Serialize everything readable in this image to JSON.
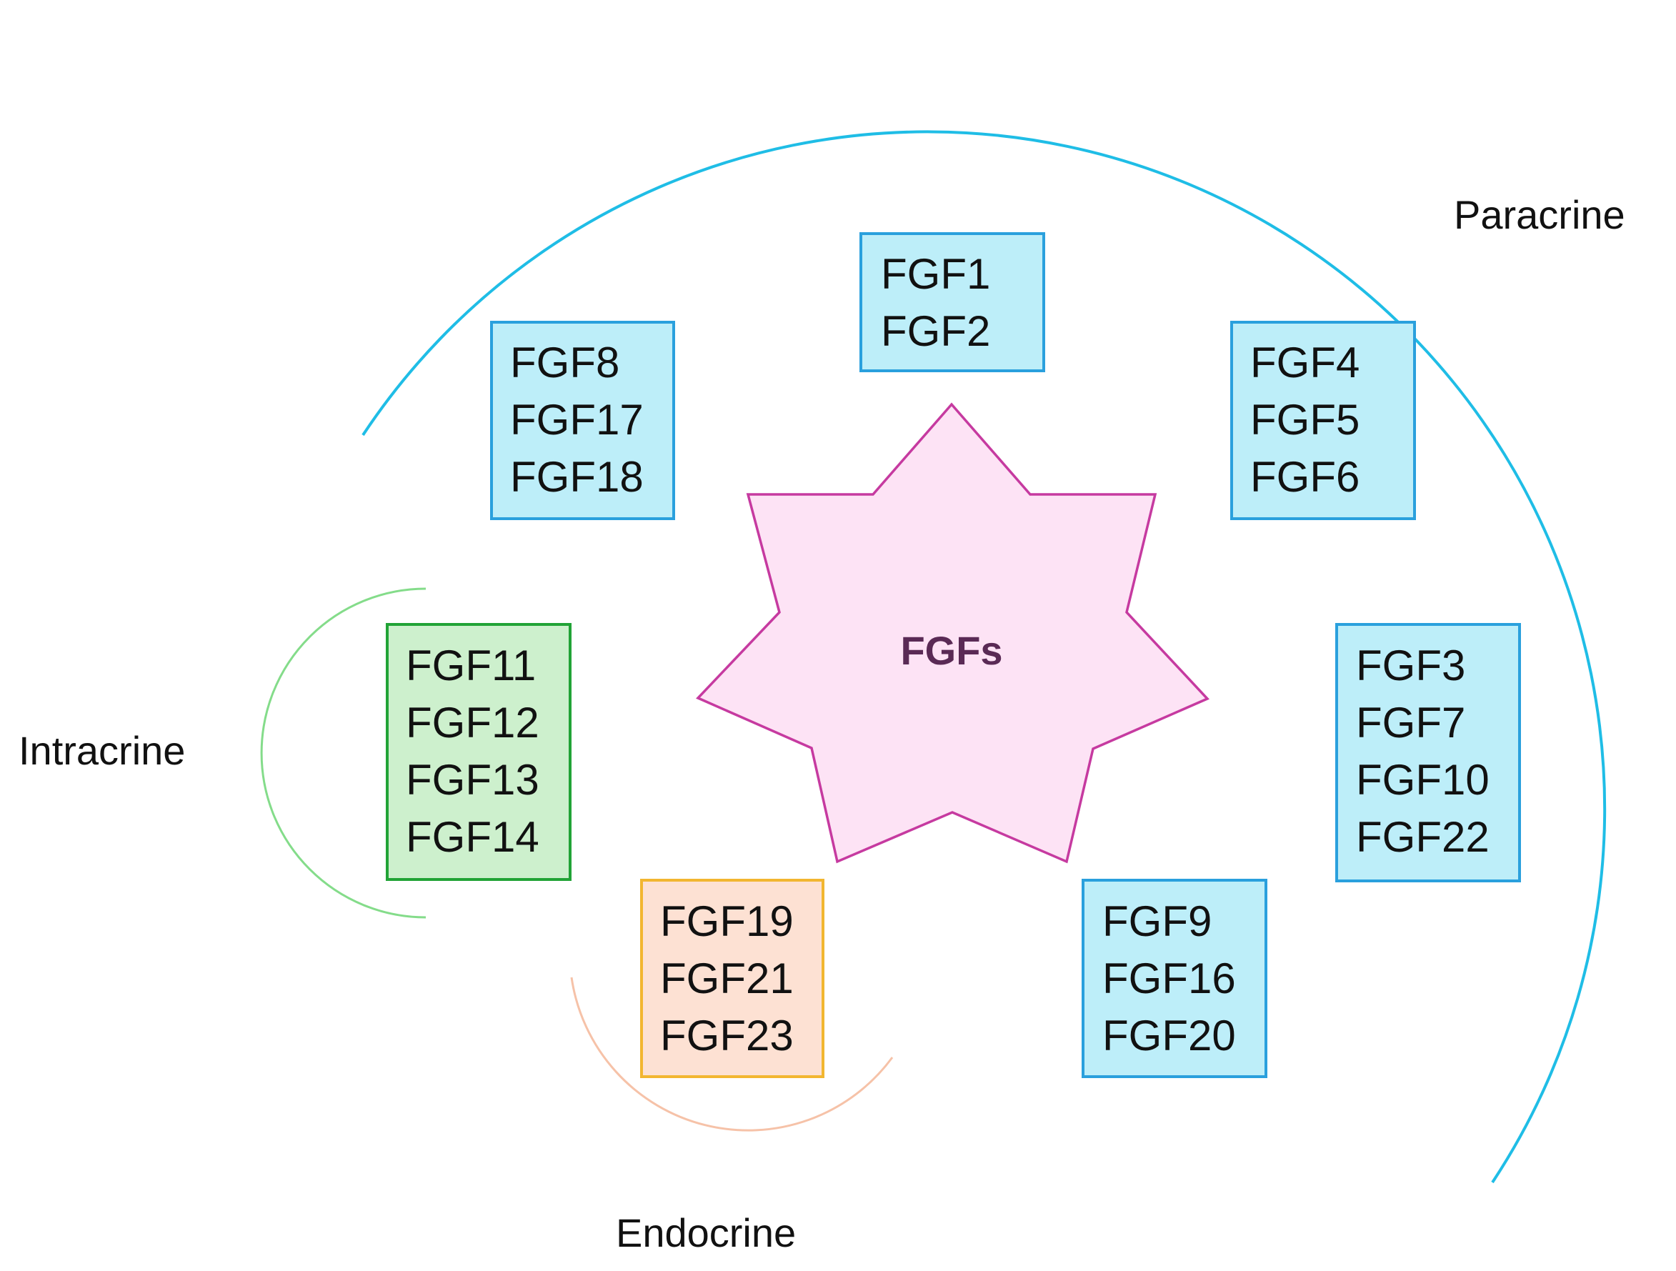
{
  "center": {
    "label": "FGFs",
    "fill": "#fde3f5",
    "stroke": "#c63aa0",
    "text_color": "#5a2a55"
  },
  "modes": {
    "paracrine": {
      "label": "Paracrine",
      "color": "#1fbde6"
    },
    "intracrine": {
      "label": "Intracrine",
      "color": "#84dc8a"
    },
    "endocrine": {
      "label": "Endocrine",
      "color": "#f6c2a8"
    }
  },
  "styles": {
    "paracrine": {
      "fill": "#bdeef9",
      "stroke": "#2aa0dd"
    },
    "intracrine": {
      "fill": "#cdf0cd",
      "stroke": "#21a336"
    },
    "endocrine": {
      "fill": "#fde1d3",
      "stroke": "#f2b630"
    }
  },
  "groups": [
    {
      "id": "group-fgf1-2",
      "style": "paracrine",
      "members": [
        "FGF1",
        "FGF2"
      ]
    },
    {
      "id": "group-fgf8-17-18",
      "style": "paracrine",
      "members": [
        "FGF8",
        "FGF17",
        "FGF18"
      ]
    },
    {
      "id": "group-fgf4-5-6",
      "style": "paracrine",
      "members": [
        "FGF4",
        "FGF5",
        "FGF6"
      ]
    },
    {
      "id": "group-fgf3-7-10-22",
      "style": "paracrine",
      "members": [
        "FGF3",
        "FGF7",
        "FGF10",
        "FGF22"
      ]
    },
    {
      "id": "group-fgf9-16-20",
      "style": "paracrine",
      "members": [
        "FGF9",
        "FGF16",
        "FGF20"
      ]
    },
    {
      "id": "group-fgf11-12-13-14",
      "style": "intracrine",
      "members": [
        "FGF11",
        "FGF12",
        "FGF13",
        "FGF14"
      ]
    },
    {
      "id": "group-fgf19-21-23",
      "style": "endocrine",
      "members": [
        "FGF19",
        "FGF21",
        "FGF23"
      ]
    }
  ]
}
